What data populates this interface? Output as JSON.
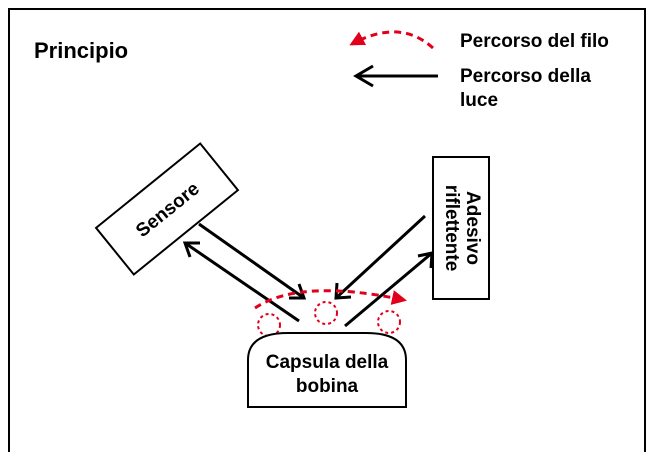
{
  "title": "Principio",
  "legend": {
    "thread_path": "Percorso del filo",
    "light_path_line1": "Percorso della",
    "light_path_line2": "luce"
  },
  "components": {
    "sensor": "Sensore",
    "reflector_line1": "Adesivo",
    "reflector_line2": "riflettente",
    "bobbin_line1": "Capsula della",
    "bobbin_line2": "bobina"
  },
  "colors": {
    "thread": "#e0001b",
    "light": "#000000",
    "border": "#000000"
  }
}
